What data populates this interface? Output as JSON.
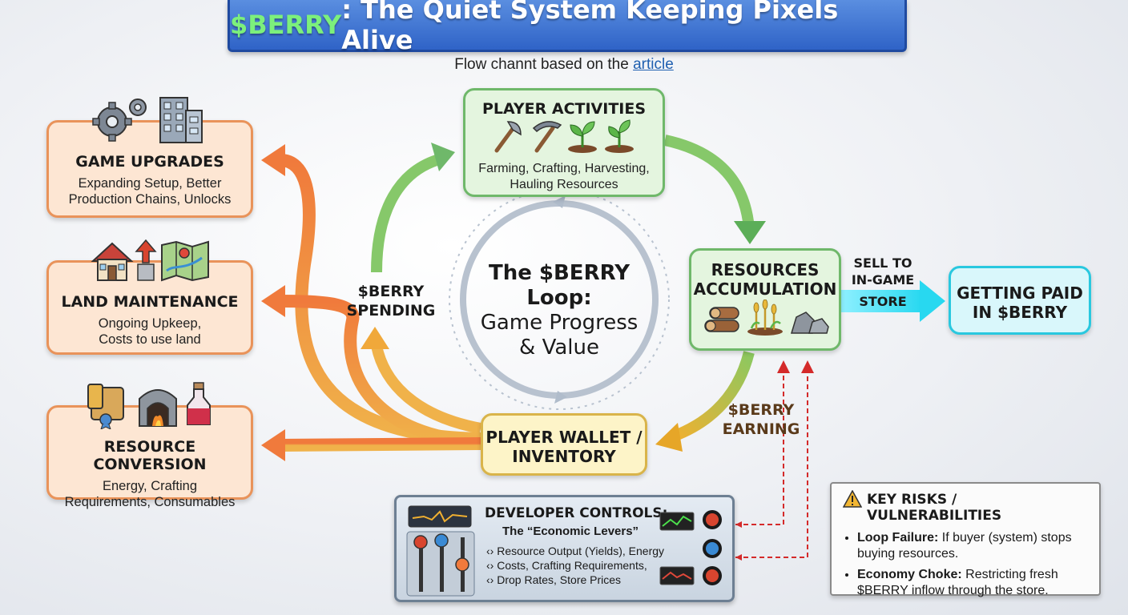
{
  "title": {
    "token": "$BERRY",
    "rest": ": The Quiet System Keeping Pixels Alive"
  },
  "subtitle": {
    "text": "Flow channt based on the ",
    "link": "article"
  },
  "sinks": [
    {
      "heading": "GAME UPGRADES",
      "line1": "Expanding Setup, Better",
      "line2": "Production Chains, Unlocks"
    },
    {
      "heading": "LAND MAINTENANCE",
      "line1": "Ongoing Upkeep,",
      "line2": "Costs to use land"
    },
    {
      "heading": "RESOURCE CONVERSION",
      "line1": "Energy, Crafting",
      "line2": "Requirements, Consumables"
    }
  ],
  "activities": {
    "heading": "PLAYER ACTIVITIES",
    "line1": "Farming, Crafting, Harvesting,",
    "line2": "Hauling Resources"
  },
  "resources": {
    "line1": "RESOURCES",
    "line2": "ACCUMULATION"
  },
  "wallet": {
    "line1": "PLAYER WALLET /",
    "line2": "INVENTORY"
  },
  "paid": {
    "line1": "GETTING PAID",
    "line2": "IN $BERRY"
  },
  "center": {
    "line1": "The $BERRY",
    "line2": "Loop:",
    "line3": "Game Progress",
    "line4": "& Value"
  },
  "labels": {
    "spending1": "$BERRY",
    "spending2": "SPENDING",
    "earning1": "$BERRY",
    "earning2": "EARNING",
    "sell1": "SELL TO",
    "sell2": "IN-GAME",
    "sell3": "STORE"
  },
  "developer": {
    "title": "DEVELOPER CONTROLS:",
    "subtitle": "The “Economic Levers”",
    "items": [
      "Resource Output (Yields), Energy",
      "Costs, Crafting Requirements,",
      "Drop Rates, Store Prices"
    ]
  },
  "risks": {
    "title": "KEY RISKS / VULNERABILITIES",
    "items": [
      {
        "label": "Loop Failure:",
        "text": " If buyer (system) stops buying resources."
      },
      {
        "label": "Economy Choke:",
        "text": " Restricting fresh $BERRY inflow through the store."
      }
    ]
  },
  "icons": [
    "gears-icon",
    "building-icon",
    "house-icon",
    "up-arrow-icon",
    "map-icon",
    "scroll-icon",
    "furnace-icon",
    "potion-icon",
    "axe-icon",
    "pickaxe-icon",
    "sprout-icon",
    "logs-icon",
    "wheat-icon",
    "rocks-icon",
    "warning-icon"
  ],
  "colors": {
    "orange": "#e9935a",
    "green": "#6fb86a",
    "yellow": "#d9b44a",
    "cyan": "#29c8df",
    "red_dashed": "#d42a2a",
    "title_blue": "#2f63c7"
  }
}
